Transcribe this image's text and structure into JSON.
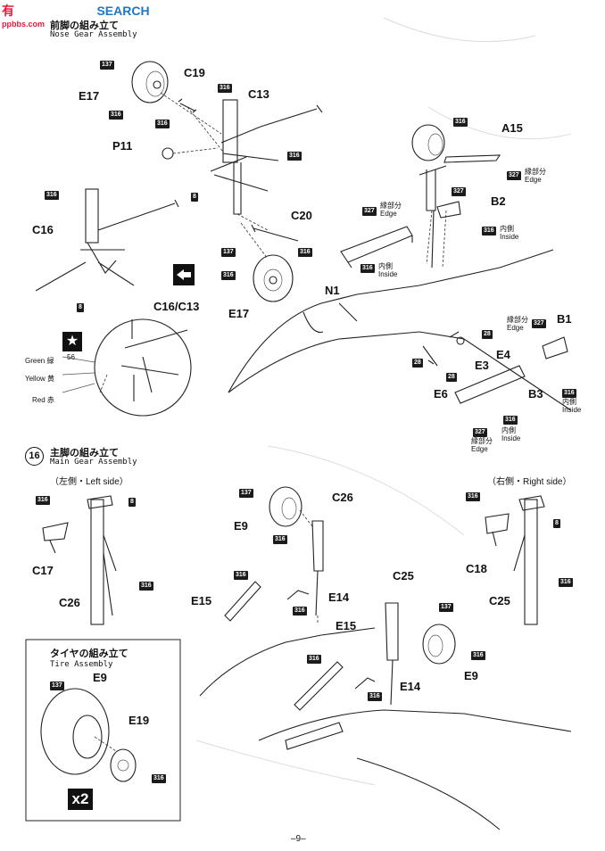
{
  "watermark": {
    "logo": "有",
    "title": "SEARCH",
    "url": "ppbbs.com"
  },
  "step15": {
    "number": "",
    "jp": "前脚の組み立て",
    "en": "Nose Gear Assembly"
  },
  "step16": {
    "number": "16",
    "jp": "主脚の組み立て",
    "en": "Main Gear Assembly"
  },
  "tire_box": {
    "jp": "タイヤの組み立て",
    "en": "Tire Assembly",
    "multiplier": "x2"
  },
  "side_labels": {
    "left": "（左側・Left side）",
    "right": "（右側・Right side）"
  },
  "color_codes": {
    "paint_no": "56",
    "green": "Green 緑",
    "yellow": "Yellow 黄",
    "red": "Red 赤"
  },
  "notes": {
    "edge": "縁部分",
    "edge_en": "Edge",
    "inside": "内側",
    "inside_en": "Inside"
  },
  "parts": {
    "C19": "C19",
    "C13": "C13",
    "E17": "E17",
    "P11": "P11",
    "C16": "C16",
    "C20": "C20",
    "C16C13": "C16/C13",
    "A15": "A15",
    "B2": "B2",
    "N1": "N1",
    "B1": "B1",
    "E4": "E4",
    "E3": "E3",
    "E6": "E6",
    "B3": "B3",
    "C17": "C17",
    "C26": "C26",
    "E9": "E9",
    "E15": "E15",
    "E14": "E14",
    "C25": "C25",
    "C18": "C18",
    "E19": "E19"
  },
  "color_badges": {
    "c137": "137",
    "c316": "316",
    "c327": "327",
    "c28": "28",
    "c8": "8"
  },
  "page_number": "–9–"
}
